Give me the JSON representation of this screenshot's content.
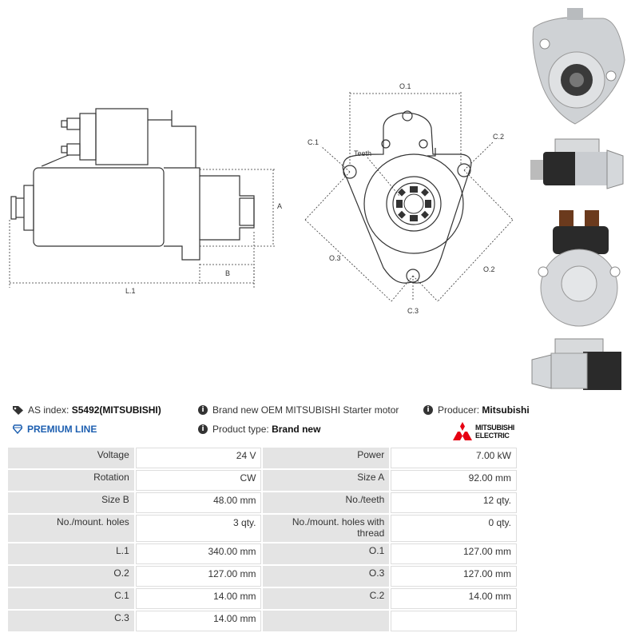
{
  "drawings": {
    "side_view": {
      "L1": "L.1",
      "A": "A",
      "B": "B"
    },
    "front_view": {
      "O1": "O.1",
      "O2": "O.2",
      "O3": "O.3",
      "C1": "C.1",
      "C2": "C.2",
      "C3": "C.3",
      "teeth": "Teeth"
    }
  },
  "info": {
    "as_index_label": "AS index:",
    "as_index_value": "S5492(MITSUBISHI)",
    "description": "Brand new OEM MITSUBISHI Starter motor",
    "producer_label": "Producer:",
    "producer_value": "Mitsubishi",
    "premium_line": "PREMIUM LINE",
    "product_type_label": "Product type:",
    "product_type_value": "Brand new",
    "brand_logo_line1": "MITSUBISHI",
    "brand_logo_line2": "ELECTRIC"
  },
  "colors": {
    "premium_accent": "#1d5fb0",
    "mitsubishi_red": "#e60012"
  },
  "specs": [
    [
      {
        "k": "Voltage",
        "v": "24 V"
      },
      {
        "k": "Power",
        "v": "7.00 kW"
      }
    ],
    [
      {
        "k": "Rotation",
        "v": "CW"
      },
      {
        "k": "Size A",
        "v": "92.00 mm"
      }
    ],
    [
      {
        "k": "Size B",
        "v": "48.00 mm"
      },
      {
        "k": "No./teeth",
        "v": "12 qty."
      }
    ],
    [
      {
        "k": "No./mount. holes",
        "v": "3 qty."
      },
      {
        "k": "No./mount. holes with thread",
        "v": "0 qty."
      }
    ],
    [
      {
        "k": "L.1",
        "v": "340.00 mm"
      },
      {
        "k": "O.1",
        "v": "127.00 mm"
      }
    ],
    [
      {
        "k": "O.2",
        "v": "127.00 mm"
      },
      {
        "k": "O.3",
        "v": "127.00 mm"
      }
    ],
    [
      {
        "k": "C.1",
        "v": "14.00 mm"
      },
      {
        "k": "C.2",
        "v": "14.00 mm"
      }
    ],
    [
      {
        "k": "C.3",
        "v": "14.00 mm"
      },
      {
        "k": "",
        "v": ""
      }
    ]
  ]
}
